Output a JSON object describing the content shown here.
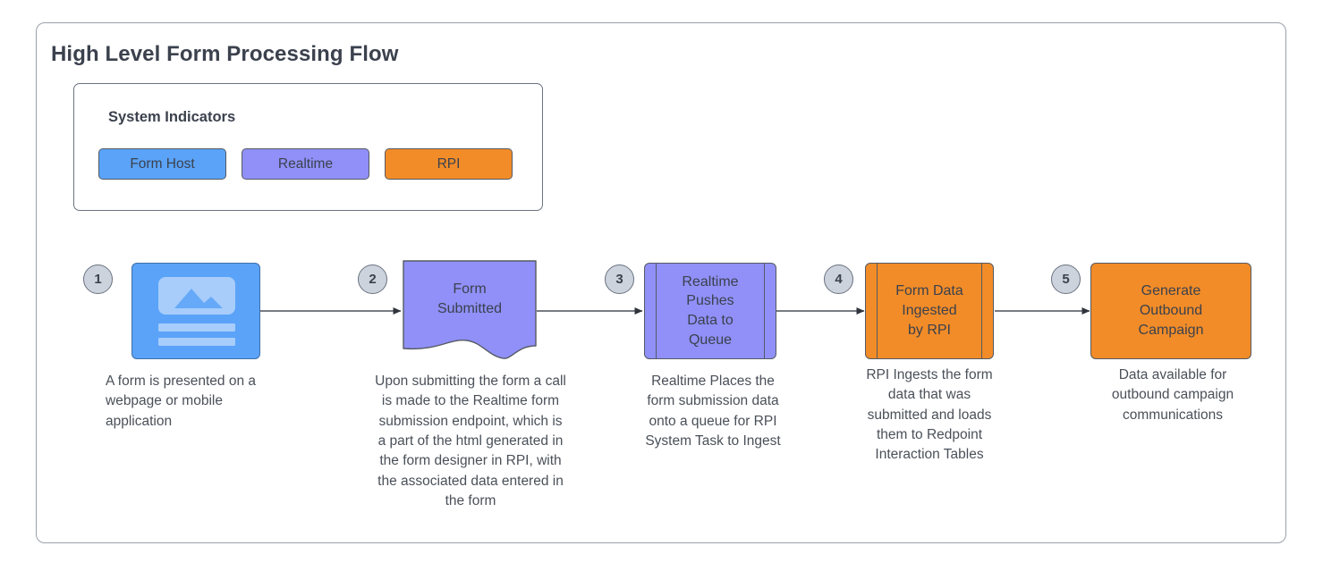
{
  "diagram": {
    "title": "High Level Form Processing Flow",
    "legend": {
      "title": "System Indicators",
      "items": [
        {
          "label": "Form Host",
          "color": "#5aa3f8"
        },
        {
          "label": "Realtime",
          "color": "#9090f8"
        },
        {
          "label": "RPI",
          "color": "#f28c28"
        }
      ]
    },
    "steps": [
      {
        "number": "1",
        "shape": "image-card",
        "node_label": "",
        "icon": "webpage-image-icon",
        "color": "#5aa3f8",
        "system": "Form Host",
        "caption": "A form is presented on a\nwebpage or mobile\napplication"
      },
      {
        "number": "2",
        "shape": "document",
        "node_label": "Form\nSubmitted",
        "color": "#9090f8",
        "system": "Realtime",
        "caption": "Upon submitting the form a call\nis made to the Realtime form\nsubmission endpoint, which is\na part of the html generated in\nthe form designer in RPI, with\nthe associated data entered in\nthe form"
      },
      {
        "number": "3",
        "shape": "predefined-process",
        "node_label": "Realtime\nPushes\nData to\nQueue",
        "color": "#9090f8",
        "system": "Realtime",
        "caption": "Realtime Places the\nform submission data\nonto a queue for RPI\nSystem Task to Ingest"
      },
      {
        "number": "4",
        "shape": "predefined-process",
        "node_label": "Form Data\nIngested\nby RPI",
        "color": "#f28c28",
        "system": "RPI",
        "caption": "RPI Ingests the form\ndata that was\nsubmitted and loads\nthem to Redpoint\nInteraction Tables"
      },
      {
        "number": "5",
        "shape": "process",
        "node_label": "Generate\nOutbound\nCampaign",
        "color": "#f28c28",
        "system": "RPI",
        "caption": "Data available for\noutbound campaign\ncommunications"
      }
    ],
    "connectors": [
      {
        "from": "1",
        "to": "2"
      },
      {
        "from": "2",
        "to": "3"
      },
      {
        "from": "3",
        "to": "4"
      },
      {
        "from": "4",
        "to": "5"
      }
    ],
    "colors": {
      "stroke": "#555a63",
      "text": "#3b414d",
      "frame_border": "#9aa0ab",
      "badge_fill": "#ccd3dd",
      "arrow": "#4a5059"
    }
  }
}
